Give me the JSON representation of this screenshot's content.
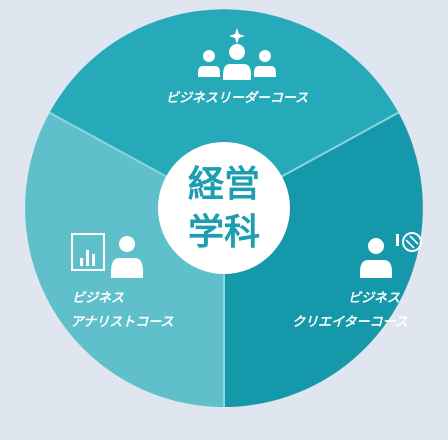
{
  "colors": {
    "background": "#dfe6ef",
    "segment_top": "#26a9b8",
    "segment_left": "#5fc0cc",
    "segment_right": "#1498aa",
    "divider": "#8fd4dc",
    "center_fill": "#ffffff",
    "center_text": "#1a9eb0",
    "label_text": "#ffffff"
  },
  "center": {
    "line1": "経営",
    "line2": "学科"
  },
  "segments": [
    {
      "id": "leader",
      "icon": "three-people-sparkle-icon",
      "label_lines": [
        "ビジネスリーダーコース"
      ]
    },
    {
      "id": "analyst",
      "icon": "person-with-chart-icon",
      "label_lines": [
        "ビジネス",
        "アナリストコース"
      ]
    },
    {
      "id": "creator",
      "icon": "person-with-idea-bulb-icon",
      "label_lines": [
        "ビジネス",
        "クリエイターコース"
      ]
    }
  ]
}
